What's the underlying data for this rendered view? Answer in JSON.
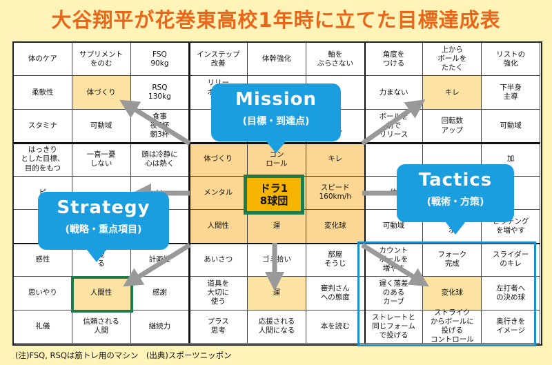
{
  "title": "大谷翔平が花巻東高校1年時に立てた目標達成表",
  "center_goal": {
    "line1": "ドラ1",
    "line2": "8球団"
  },
  "callouts": {
    "mission": {
      "heading": "Mission",
      "sub": "(目標・到達点)"
    },
    "strategy": {
      "heading": "Strategy",
      "sub": "(戦略・重点項目)"
    },
    "tactics": {
      "heading": "Tactics",
      "sub": "(戦術・方策)"
    }
  },
  "footnote": "(注)FSQ, RSQは筋トレ用のマシン　(出典)スポーツニッポン",
  "cells": [
    [
      "体のケア",
      "サプリメント\nをのむ",
      "FSQ\n90kg",
      "インステップ\n改善",
      "体幹強化",
      "軸を\nぶらさない",
      "角度を\nつける",
      "上から\nボールを\nたたく",
      "リストの\n強化"
    ],
    [
      "柔軟性",
      "体づくり",
      "RSQ\n130kg",
      "リリー\nポイン\n安定",
      "",
      "",
      "力まない",
      "キレ",
      "下半身\n主導"
    ],
    [
      "スタミナ",
      "可動域",
      "食事\n夜7杯\n朝3杯",
      "下\n強",
      "",
      "ル\nール",
      "ボールを\n前で\nリリース",
      "回転数\nアップ",
      "可動域"
    ],
    [
      "はっきり\nとした目標、\n目的をもつ",
      "一喜一憂\nしない",
      "頭は冷静に\n心は熱く",
      "体づくり",
      "コン\nロール",
      "キレ",
      "",
      "",
      "加"
    ],
    [
      "ピ",
      "",
      "い",
      "メンタル",
      "",
      "スピード\n160km/h",
      "体",
      "",
      "る"
    ],
    [
      "つ",
      "",
      "る",
      "人間性",
      "運",
      "変化球",
      "可動域",
      "キ\nボ",
      "ピッチング\nを増やす"
    ],
    [
      "感性",
      "愛\nる",
      "計画性",
      "あいさつ",
      "ゴミ拾い",
      "部屋\nそうじ",
      "カウント\nボールを\n増やす",
      "フォーク\n完成",
      "スライダー\nのキレ"
    ],
    [
      "思いやり",
      "人間性",
      "感謝",
      "道具を\n大切に\n使う",
      "運",
      "審判さん\nへの態度",
      "遅く落差\nのある\nカーブ",
      "変化球",
      "左打者へ\nの決め球"
    ],
    [
      "礼儀",
      "信頼される\n人間",
      "継続力",
      "プラス\n思考",
      "応援される\n人間になる",
      "本を読む",
      "ストレートと\n同じフォーム\nで投げる",
      "ストライク\nからボールに\n投げる\nコントロール",
      "奥行きを\nイメージ"
    ]
  ]
}
